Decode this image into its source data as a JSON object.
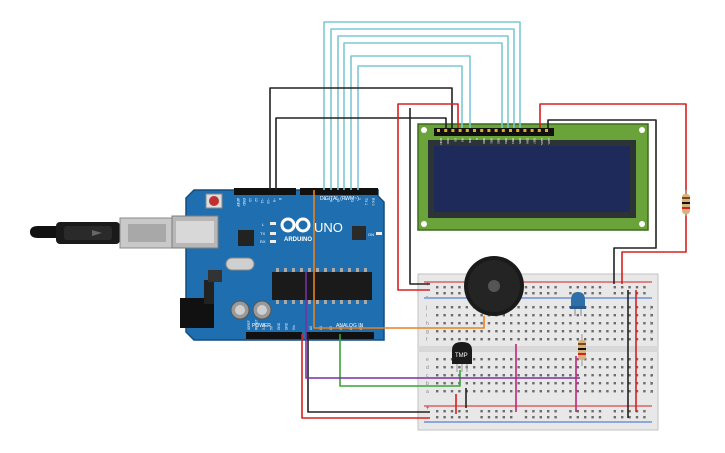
{
  "arduino": {
    "brand": "ARDUINO",
    "model": "UNO",
    "digital_header_label": "DIGITAL (PWM~)",
    "power_label": "POWER",
    "analog_label": "ANALOG IN",
    "on_label": "ON",
    "tx_label": "TX",
    "rx_label": "RX",
    "l_label": "L",
    "digital_pins": [
      "AREF",
      "GND",
      "13",
      "12",
      "~11",
      "~10",
      "~9",
      "8",
      "7",
      "~6",
      "~5",
      "4",
      "~3",
      "2",
      "TX 1",
      "RX 0"
    ],
    "power_pins": [
      "IOREF",
      "RESET",
      "3.3V",
      "5V",
      "GND",
      "GND",
      "Vin"
    ],
    "analog_pins": [
      "A0",
      "A1",
      "A2",
      "A3",
      "A4",
      "A5"
    ]
  },
  "lcd": {
    "pin_labels": [
      "GND",
      "VCC",
      "V0",
      "RS",
      "RW",
      "E",
      "DB0",
      "DB1",
      "DB2",
      "DB3",
      "DB4",
      "DB5",
      "DB6",
      "DB7",
      "LED+",
      "LED-"
    ]
  },
  "sensor": {
    "label": "TMP"
  },
  "breadboard": {
    "row_letters_top": [
      "j",
      "i",
      "h",
      "g",
      "f"
    ],
    "row_letters_bottom": [
      "e",
      "d",
      "c",
      "b",
      "a"
    ],
    "rail_plus": "+",
    "rail_minus": "-"
  },
  "colors": {
    "board_blue": "#1f6fb0",
    "wire_cyan": "#7cc8d4",
    "wire_black": "#222222",
    "wire_red": "#d62020",
    "wire_orange": "#e8821e",
    "wire_green": "#3aa33a",
    "wire_purple": "#7a2fa3",
    "wire_magenta": "#c0267a",
    "lcd_green": "#6aa33a",
    "lcd_screen": "#1e2b5a",
    "led_blue": "#2f6fa8"
  }
}
